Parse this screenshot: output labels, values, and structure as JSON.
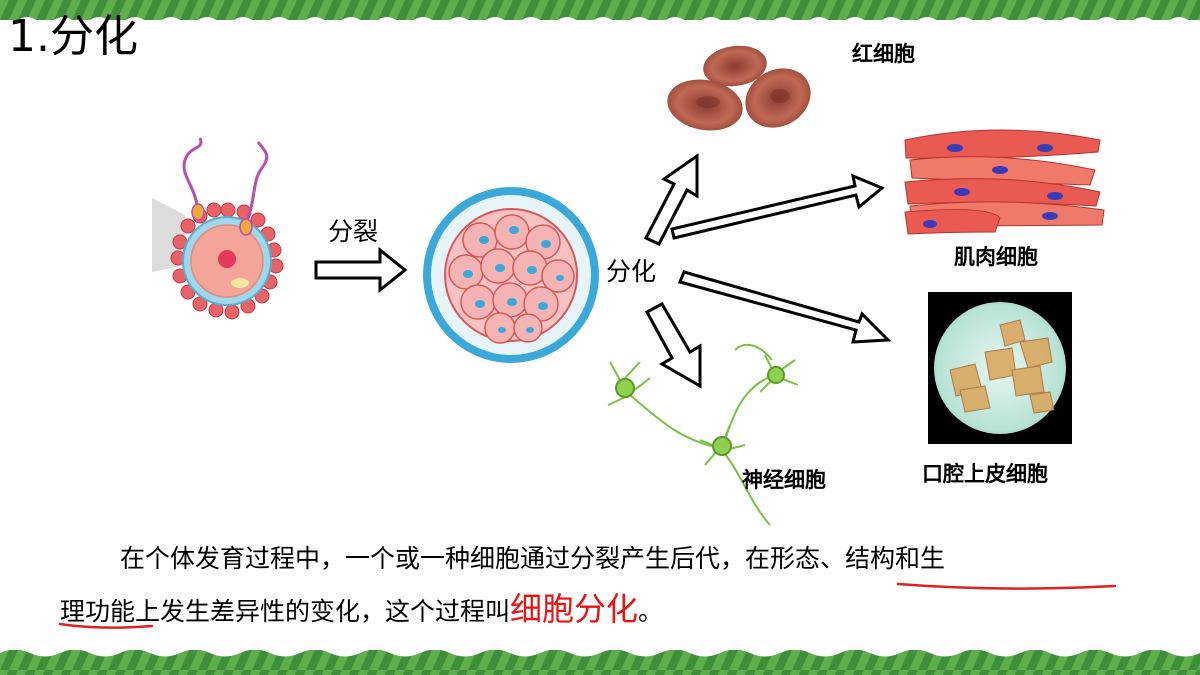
{
  "title": "1.分化",
  "arrows": {
    "division": "分裂",
    "differentiation": "分化"
  },
  "cells": {
    "red_blood": "红细胞",
    "muscle": "肌肉细胞",
    "nerve": "神经细胞",
    "epithelial": "口腔上皮细胞"
  },
  "paragraph": {
    "line1_part1": "在个体发育过程中，一个或一种细胞通过分裂产生后代，",
    "line1_part2": "在形态、结构和生",
    "line2_part1": "理功能",
    "line2_part2": "上发生差异性的变化，这个过程叫",
    "highlight": "细胞分化",
    "end": "。"
  },
  "colors": {
    "accent_green": "#3f9a3a",
    "underline_red": "#e02020",
    "highlight_red": "#ee1111"
  }
}
